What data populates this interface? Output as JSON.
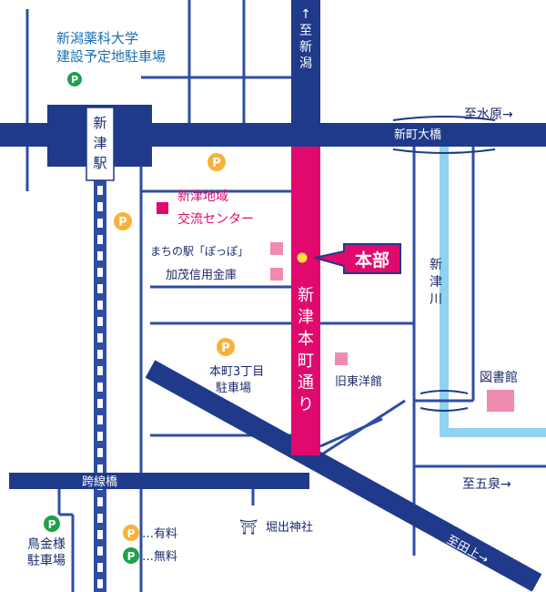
{
  "colors": {
    "road": "#1f3a8a",
    "minor_road": "#2e4ea3",
    "main_street": "#e00a6e",
    "river": "#8fd3f0",
    "text": "#1a2a6a",
    "station_label_bg": "#ffffff",
    "parking_paid": "#f6b23a",
    "parking_free": "#1fa24a",
    "pink_marker": "#f08ab0",
    "hq_bubble": "#e00a6e",
    "hq_dot": "#ffe03a"
  },
  "labels": {
    "niigata_univ_parking": [
      "新潟薬科大学",
      "建設予定地駐車場"
    ],
    "north_to_niigata": "↑至新潟",
    "to_suibara": "至水原→",
    "shinmachi_bridge": "新町大橋",
    "niitsu_station": [
      "新",
      "津",
      "駅"
    ],
    "community_center": [
      "新津地域",
      "交流センター"
    ],
    "machi_no_eki": "まちの駅「ぽっぽ」",
    "kamo_shinkin": "加茂信用金庫",
    "honbu": "本部",
    "niitsu_river": [
      "新",
      "津",
      "川"
    ],
    "main_street_name": [
      "新",
      "津",
      "本",
      "町",
      "通",
      "り"
    ],
    "honcho_parking": [
      "本町3丁目",
      "駐車場"
    ],
    "old_toyo_building": "旧東洋館",
    "library": "図書館",
    "kosen_bridge": "跨線橋",
    "to_gosen": "至五泉→",
    "horide_shrine": "堀出神社",
    "shrine_mark": "⛩",
    "torigane_parking": [
      "鳥金様",
      "駐車場"
    ],
    "legend_paid": "…有料",
    "legend_free": "…無料",
    "to_tahe": "至田上→",
    "parking_letter": "P"
  }
}
